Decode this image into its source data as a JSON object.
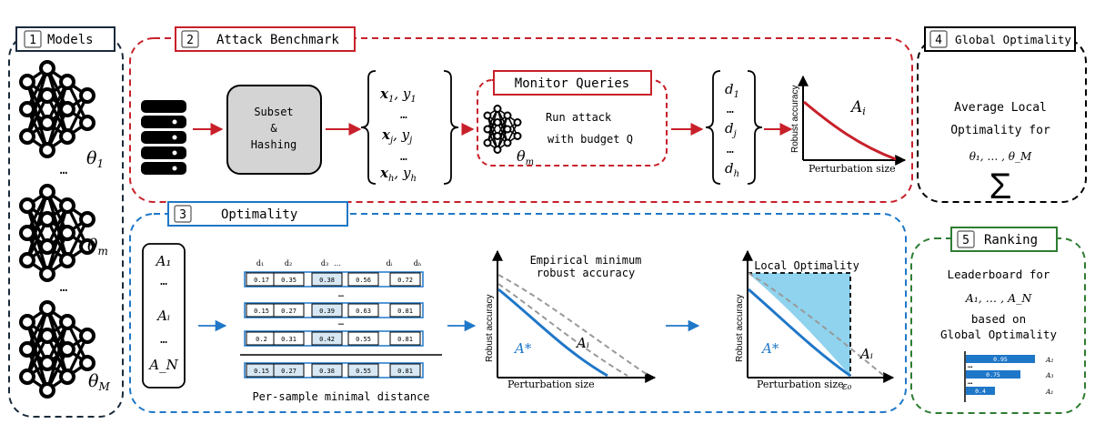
{
  "panels": {
    "models": {
      "number": "1",
      "title": "Models"
    },
    "attack": {
      "number": "2",
      "title": "Attack Benchmark"
    },
    "global": {
      "number": "4",
      "title": "Global Optimality"
    },
    "optimality": {
      "number": "3",
      "title": "Optimality"
    },
    "ranking": {
      "number": "5",
      "title": "Ranking"
    }
  },
  "models": {
    "labels": [
      "θ",
      "θ",
      "θ"
    ],
    "subscripts": [
      "1",
      "m",
      "M"
    ],
    "ellipsis": "…"
  },
  "attack": {
    "subset_lines": [
      "Subset",
      "&",
      "Hashing"
    ],
    "samples": [
      {
        "x": "x",
        "xs": "1",
        "y": "y",
        "ys": "1"
      },
      {
        "x": "x",
        "xs": "j",
        "y": "y",
        "ys": "j"
      },
      {
        "x": "x",
        "xs": "h",
        "y": "y",
        "ys": "h"
      }
    ],
    "sample_dots": "…",
    "monitor_title": "Monitor Queries",
    "monitor_lines": [
      "Run attack",
      "with budget Q"
    ],
    "monitor_theta": "θ",
    "monitor_theta_sub": "m",
    "distances": [
      {
        "d": "d",
        "s": "1"
      },
      {
        "d": "d",
        "s": "j"
      },
      {
        "d": "d",
        "s": "h"
      }
    ],
    "distance_dots": "…",
    "curve_ylabel": "Robust accuracy",
    "curve_xlabel": "Perturbation size",
    "curve_label": "A",
    "curve_label_sub": "i"
  },
  "global": {
    "lines": [
      "Average Local",
      "Optimality for",
      "θ₁, … , θ_M"
    ],
    "sigma": "Σ"
  },
  "optimality": {
    "attacks": [
      "A₁",
      "…",
      "Aᵢ",
      "…",
      "A_N"
    ],
    "table_headers": [
      "d₁",
      "d₂",
      "d₃",
      "…",
      "dᵢ",
      "dₕ"
    ],
    "table_rows": [
      [
        "0.17",
        "0.35",
        "0.38",
        "0.56",
        "0.72"
      ],
      [
        "0.15",
        "0.27",
        "0.39",
        "0.63",
        "0.81"
      ],
      [
        "0.2",
        "0.31",
        "0.42",
        "0.55",
        "0.81"
      ]
    ],
    "table_min_row": [
      "0.15",
      "0.27",
      "0.38",
      "0.55",
      "0.81"
    ],
    "row_dots": "…",
    "table_caption": "Per-sample minimal distance",
    "chart1_title_lines": [
      "Empirical minimum",
      "robust accuracy"
    ],
    "chart2_title": "Local Optimality",
    "ylabel": "Robust accuracy",
    "xlabel": "Perturbation size",
    "astar": "A*",
    "ai": "Aᵢ",
    "eps": "ε₀"
  },
  "ranking": {
    "lines": [
      "Leaderboard for",
      "A₁, … , A_N",
      "based on",
      "Global Optimality"
    ],
    "bars": [
      {
        "value": 0.95,
        "label": "0.95",
        "tag": "A₂"
      },
      {
        "value": 0.75,
        "label": "0.75",
        "tag": "A₃"
      },
      {
        "value": 0.4,
        "label": "0.4",
        "tag": "A₁"
      }
    ],
    "dots": "…"
  },
  "colors": {
    "red": "#c8202a",
    "blue": "#1f77c8",
    "green": "#2e7d32",
    "dark": "#1a2a3a",
    "highlight": "#8fd3ee",
    "cell": "#d7e8f4",
    "gray": "#999999"
  }
}
